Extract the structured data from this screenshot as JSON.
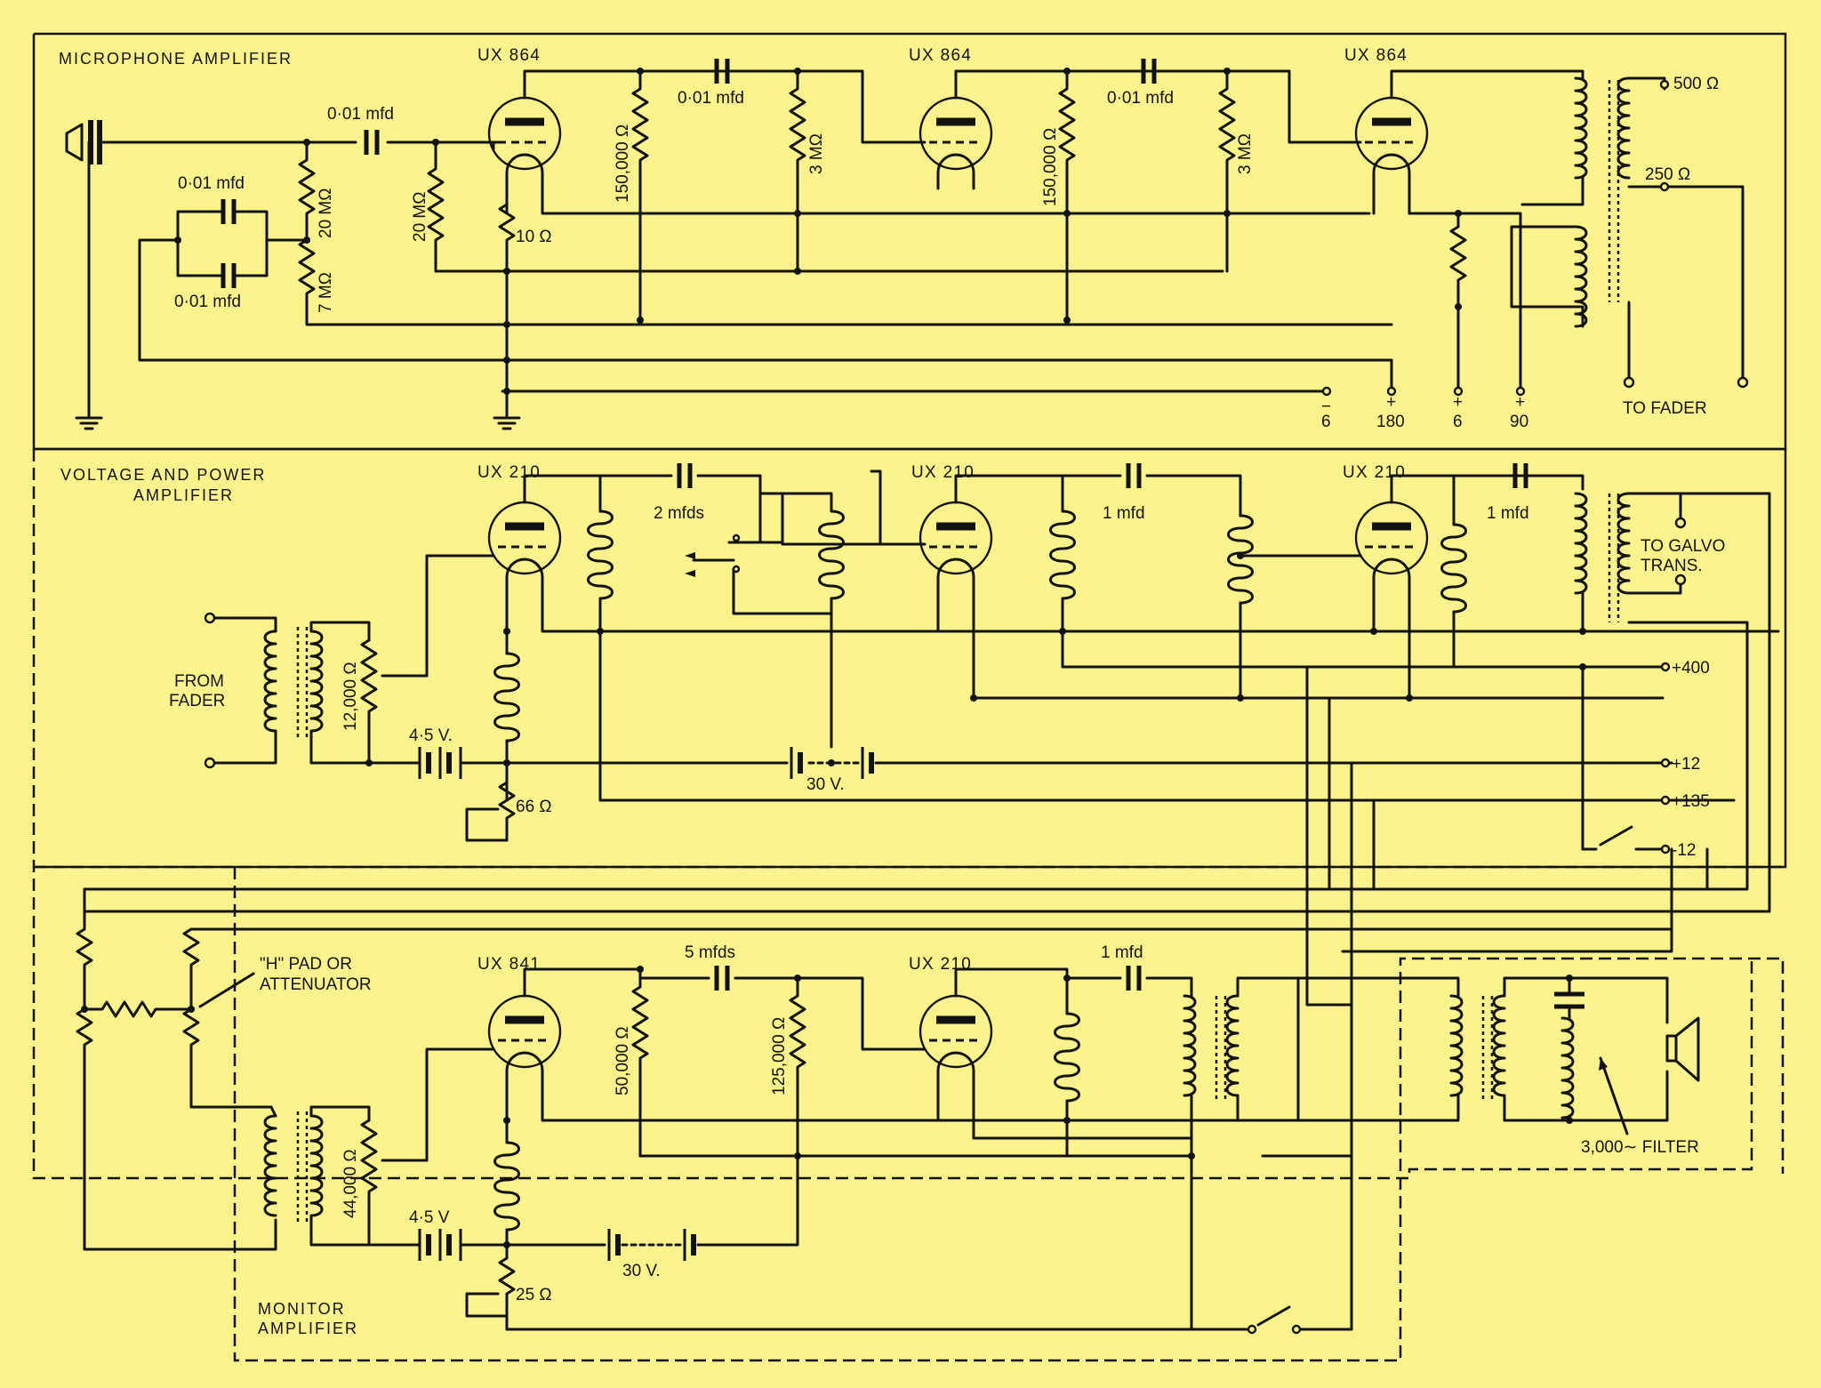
{
  "sections": {
    "microphone": "MICROPHONE  AMPLIFIER",
    "voltage_line1": "VOLTAGE  AND  POWER",
    "voltage_line2": "AMPLIFIER",
    "monitor_line1": "MONITOR",
    "monitor_line2": "AMPLIFIER"
  },
  "tubes": {
    "mic1": "UX  864",
    "mic2": "UX  864",
    "mic3": "UX  864",
    "pow1": "UX  210",
    "pow2": "UX  210",
    "pow3": "UX  210",
    "mon1": "UX  841",
    "mon2": "UX  210"
  },
  "mic": {
    "cap_input": "0·01 mfd",
    "cap_par_top": "0·01 mfd",
    "cap_par_bot": "0·01 mfd",
    "r_20m_a": "20 MΩ",
    "r_7m": "7 MΩ",
    "r_20m_b": "20 MΩ",
    "r_10": "10 Ω",
    "r_150k_a": "150,000 Ω",
    "cap_c1": "0·01 mfd",
    "r_3m_a": "3 MΩ",
    "r_150k_b": "150,000 Ω",
    "cap_c2": "0·01 mfd",
    "r_3m_b": "3 MΩ",
    "out_500": "500 Ω",
    "out_250": "250 Ω",
    "to_fader": "TO  FADER",
    "t_m6": "6",
    "t_m6_sign": "−",
    "t_180": "180",
    "t_180_sign": "+",
    "t_p6": "6",
    "t_p6_sign": "+",
    "t_90": "90",
    "t_90_sign": "+"
  },
  "power": {
    "from_fader_1": "FROM",
    "from_fader_2": "FADER",
    "pot_12000": "12,000 Ω",
    "bat_45": "4·5 V.",
    "r_66": "66 Ω",
    "bat_30": "30 V.",
    "cap_2mfds": "2 mfds",
    "cap_1mfd_a": "1 mfd",
    "cap_1mfd_b": "1 mfd",
    "to_galvo_1": "TO  GALVO",
    "to_galvo_2": "TRANS.",
    "s_400": "+400",
    "s_12p": "+12",
    "s_135": "+135",
    "s_12m": "-12"
  },
  "monitor": {
    "hpad_1": "\"H\" PAD OR",
    "hpad_2": "ATTENUATOR",
    "pot_44000": "44,000 Ω",
    "bat_45": "4·5 V",
    "bat_30": "30 V.",
    "r_25": "25 Ω",
    "cap_5mfds": "5 mfds",
    "r_50k": "50,000 Ω",
    "r_125k": "125,000 Ω",
    "cap_1mfd": "1 mfd",
    "filter": "3,000∼ FILTER"
  }
}
